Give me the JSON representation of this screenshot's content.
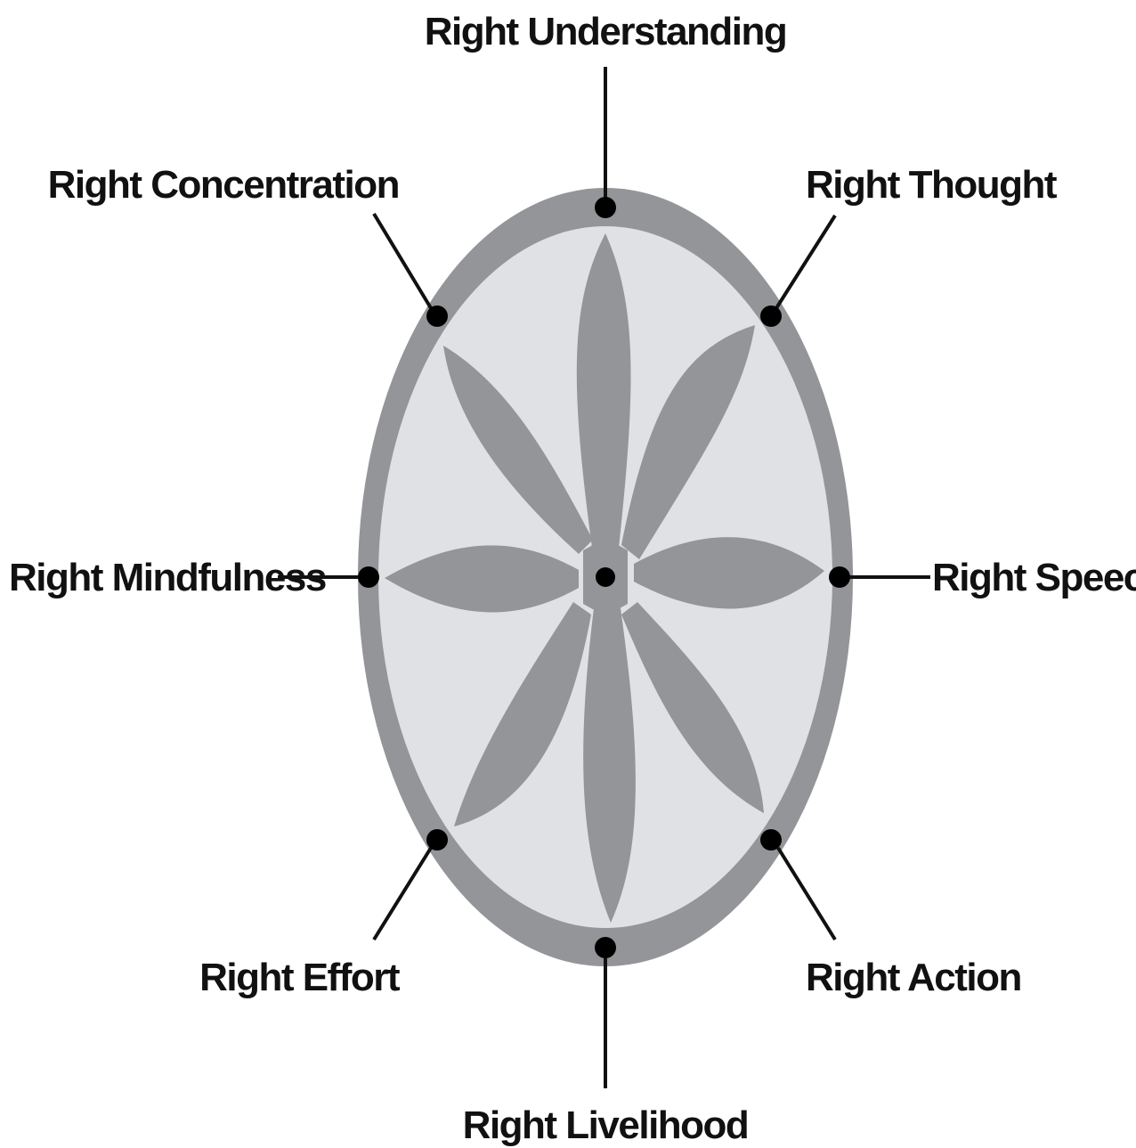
{
  "diagram": {
    "colors": {
      "background": "#ffffff",
      "outer_ring": "#939598",
      "inner_field": "#dfe1e5",
      "petal": "#939598",
      "hub": "#939598",
      "node": "#000000",
      "line": "#111111"
    },
    "labels": {
      "top": "Right Understanding",
      "top_right": "Right Thought",
      "right": "Right Speech",
      "bottom_right": "Right Action",
      "bottom": "Right Livelihood",
      "bottom_left": "Right Effort",
      "left": "Right Mindfulness",
      "top_left": "Right Concentration"
    }
  }
}
